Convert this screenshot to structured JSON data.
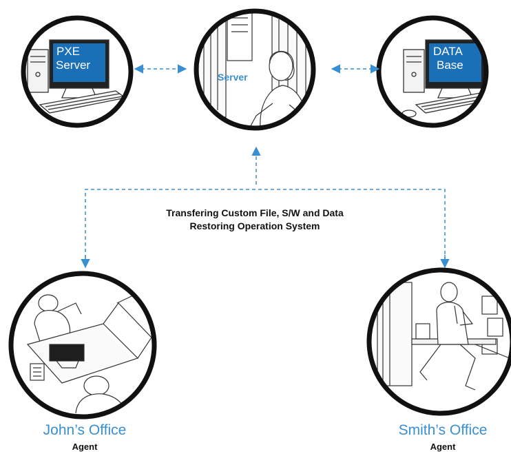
{
  "nodes": {
    "pxe": {
      "line1": "PXE",
      "line2": "Server"
    },
    "server": {
      "label": "Server"
    },
    "database": {
      "line1": "DATA",
      "line2": "Base"
    }
  },
  "transfer": {
    "line1": "Transfering Custom File, S/W and Data",
    "line2": "Restoring Operation System"
  },
  "offices": {
    "john": {
      "name": "John’s Office",
      "role": "Agent"
    },
    "smith": {
      "name": "Smith’s Office",
      "role": "Agent"
    }
  },
  "colors": {
    "accent": "#3a8fd0",
    "screen": "#1a6fb6",
    "ring": "#111111",
    "text": "#111111"
  }
}
